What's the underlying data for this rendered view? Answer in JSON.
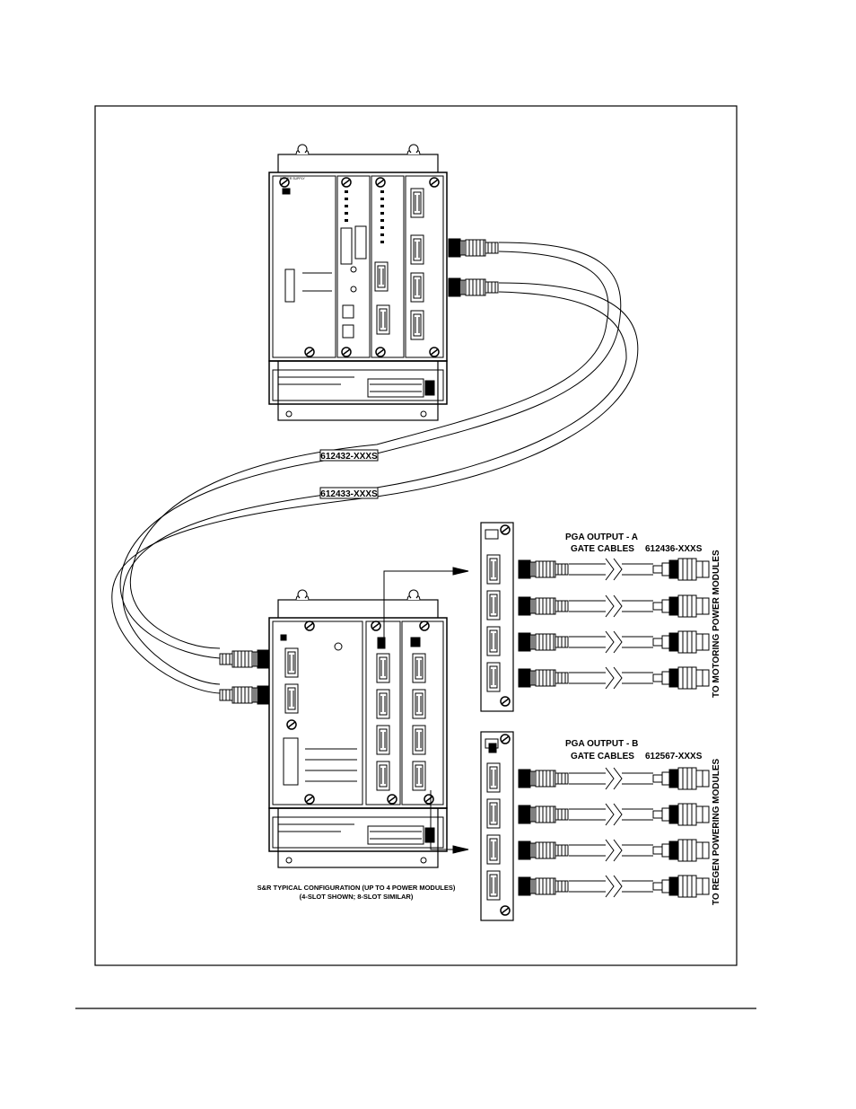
{
  "labels": {
    "cable_1": "612432-XXXS",
    "cable_2": "612433-XXXS",
    "pga_a_title": "PGA OUTPUT  -  A",
    "pga_a_sub": "GATE CABLES",
    "pga_a_part": "612436-XXXS",
    "pga_a_dest": "TO MOTORING POWER MODULES",
    "pga_b_title": "PGA OUTPUT  -  B",
    "pga_b_sub": "GATE CABLES",
    "pga_b_part": "612567-XXXS",
    "pga_b_dest": "TO REGEN POWERING MODULES",
    "caption_1": "S&R TYPICAL CONFIGURATION (UP TO 4 POWER MODULES)",
    "caption_2": "(4-SLOT SHOWN; 8-SLOT SIMILAR)"
  }
}
